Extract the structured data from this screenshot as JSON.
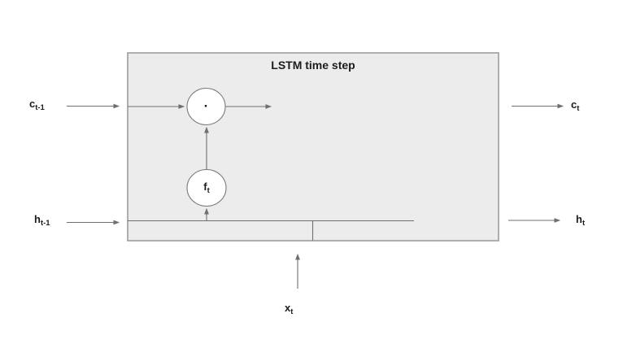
{
  "diagram": {
    "title": "LSTM time step",
    "nodes": {
      "multiply": {
        "operator": "·"
      },
      "forget_gate": {
        "main": "f",
        "sub": "t"
      }
    },
    "labels": {
      "cell_state_in": {
        "main": "c",
        "sub": "t-1"
      },
      "hidden_state_in": {
        "main": "h",
        "sub": "t-1"
      },
      "cell_state_out": {
        "main": "c",
        "sub": "t"
      },
      "hidden_state_out": {
        "main": "h",
        "sub": "t"
      },
      "input": {
        "main": "x",
        "sub": "t"
      }
    },
    "colors": {
      "background": "#ffffff",
      "box_fill": "#ececec",
      "box_border": "#979797",
      "line": "#6f6f6f",
      "node_fill": "#ffffff",
      "node_stroke": "#7a7a7a",
      "text": "#1c1c1c"
    }
  }
}
